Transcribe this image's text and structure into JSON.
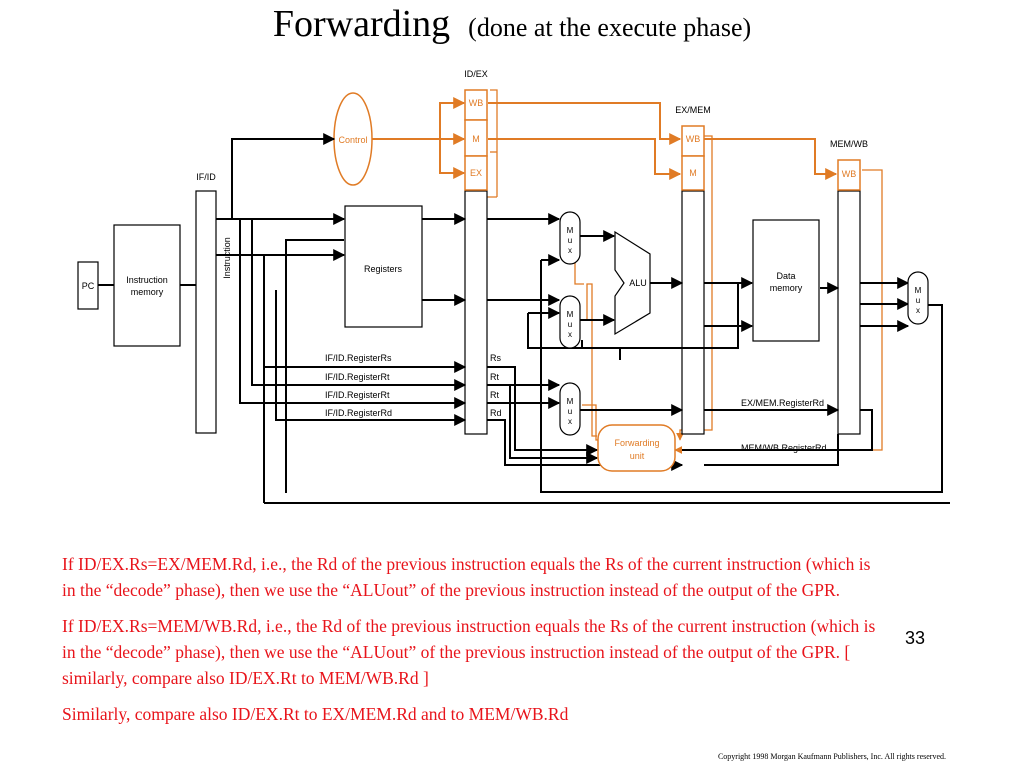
{
  "slide": {
    "title": "Forwarding",
    "subtitle": "(done at the execute phase)",
    "page_number": "33",
    "copyright": "Copyright 1998 Morgan Kaufmann Publishers, Inc. All rights reserved."
  },
  "colors": {
    "text": "#000000",
    "accent": "#e8141b",
    "control": "#e07b25"
  },
  "diagram": {
    "pipeline_registers": {
      "if_id": "IF/ID",
      "id_ex": "ID/EX",
      "ex_mem": "EX/MEM",
      "mem_wb": "MEM/WB"
    },
    "control": {
      "unit": "Control",
      "fields_id_ex": [
        "WB",
        "M",
        "EX"
      ],
      "fields_ex_mem": [
        "WB",
        "M"
      ],
      "fields_mem_wb": [
        "WB"
      ]
    },
    "blocks": {
      "pc": "PC",
      "instruction_memory": [
        "Instruction",
        "memory"
      ],
      "instruction_bus": "Instruction",
      "registers": "Registers",
      "alu": "ALU",
      "data_memory": [
        "Data",
        "memory"
      ],
      "forwarding_unit": [
        "Forwarding",
        "unit"
      ],
      "mux": [
        "M",
        "u",
        "x"
      ]
    },
    "signals": {
      "left": [
        "IF/ID.RegisterRs",
        "IF/ID.RegisterRt",
        "IF/ID.RegisterRt",
        "IF/ID.RegisterRd"
      ],
      "right": [
        "Rs",
        "Rt",
        "Rt",
        "Rd"
      ],
      "ex_mem_rd": "EX/MEM.RegisterRd",
      "mem_wb_rd": "MEM/WB.RegisterRd"
    }
  },
  "notes": [
    "If  ID/EX.Rs=EX/MEM.Rd, i.e., the Rd of the previous instruction equals the Rs of the current instruction (which is in the “decode” phase), then we use the “ALUout” of the previous instruction instead of the output of the GPR.",
    "If ID/EX.Rs=MEM/WB.Rd, i.e., the Rd of the previous instruction equals the Rs of the current instruction (which is in the “decode” phase), then we use the “ALUout” of the previous instruction instead of the output of the GPR.      [  similarly, compare also ID/EX.Rt to MEM/WB.Rd ]",
    "Similarly, compare also ID/EX.Rt to EX/MEM.Rd  and to MEM/WB.Rd"
  ]
}
